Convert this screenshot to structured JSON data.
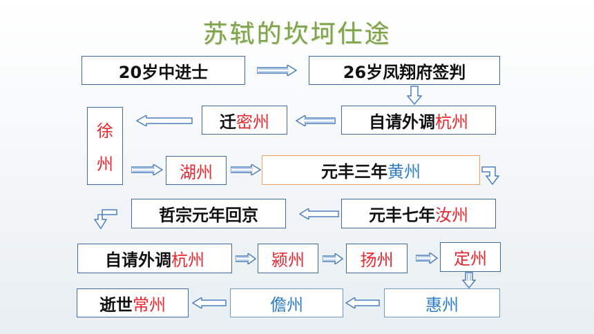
{
  "title": "苏轼的坎坷仕途",
  "colors": {
    "title": "#7ea34a",
    "place_red": "#e8262e",
    "place_blue": "#2e7ec3",
    "border": "#3c6a9c",
    "arrow": "#4a7fc0"
  },
  "nodes": {
    "n1": {
      "text": "20岁中进士"
    },
    "n2": {
      "text": "26岁凤翔府签判"
    },
    "n3": {
      "prefix": "自请外调",
      "place": "杭州"
    },
    "n4": {
      "prefix": "迁",
      "place": "密州"
    },
    "n5": {
      "chars": [
        "徐",
        "州"
      ]
    },
    "n6": {
      "place": "湖州"
    },
    "n7": {
      "prefix": "元丰三年",
      "place": "黄州"
    },
    "n8": {
      "prefix": "元丰七年",
      "place": "汝州"
    },
    "n9": {
      "text": "哲宗元年回京"
    },
    "n10": {
      "prefix": "自请外调",
      "place": "杭州"
    },
    "n11": {
      "place": "颍州"
    },
    "n12": {
      "place": "扬州"
    },
    "n13": {
      "place": "定州"
    },
    "n14": {
      "place": "惠州"
    },
    "n15": {
      "place": "儋州"
    },
    "n16": {
      "prefix": "逝世",
      "place": "常州"
    }
  }
}
